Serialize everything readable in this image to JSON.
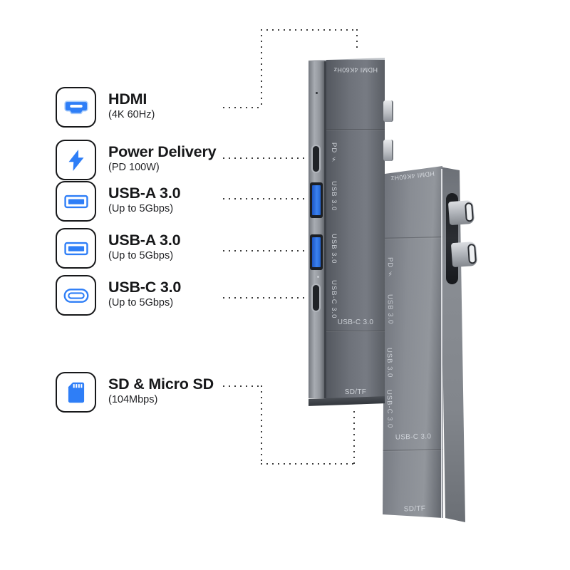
{
  "colors": {
    "background": "#ffffff",
    "accent_blue": "#2e7ef7",
    "usb_port_blue": "#2f7fe8",
    "dotted_line": "#3c3c3c",
    "title_text": "#17181a",
    "device_body_gray": "#6e727a",
    "device_print": "#ced2d8"
  },
  "features": [
    {
      "icon": "hdmi-port-icon",
      "title": "HDMI",
      "subtitle": "(4K 60Hz)"
    },
    {
      "icon": "lightning-bolt-icon",
      "title": "Power Delivery",
      "subtitle": "(PD 100W)"
    },
    {
      "icon": "usb-a-port-icon",
      "title": "USB-A 3.0",
      "subtitle": "(Up to 5Gbps)"
    },
    {
      "icon": "usb-a-port-icon",
      "title": "USB-A 3.0",
      "subtitle": "(Up to 5Gbps)"
    },
    {
      "icon": "usb-c-port-icon",
      "title": "USB-C 3.0",
      "subtitle": "(Up to 5Gbps)"
    },
    {
      "icon": "sd-card-icon",
      "title": "SD & Micro SD",
      "subtitle": "(104Mbps)"
    }
  ],
  "device_front": {
    "top_label": "HDMI 4K60Hz",
    "port_labels": [
      "PD ⚡",
      "USB 3.0",
      "USB 3.0",
      "USB-C 3.0"
    ],
    "face_label": "USB-C 3.0",
    "bottom_label": "SD/TF"
  },
  "device_back": {
    "top_label": "HDMI 4K60Hz",
    "port_labels": [
      "PD ⚡",
      "USB 3.0",
      "USB 3.0",
      "USB-C 3.0"
    ],
    "face_label": "USB-C 3.0",
    "bottom_label": "SD/TF"
  }
}
